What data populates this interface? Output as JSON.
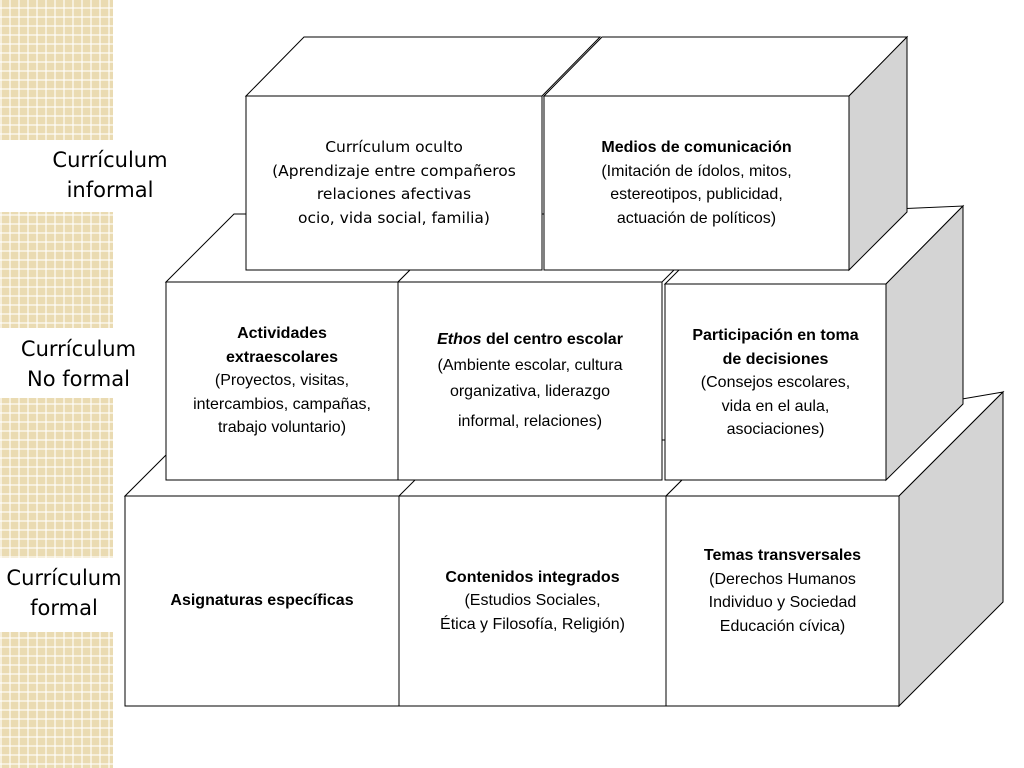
{
  "levels": {
    "informal": [
      "Currículum",
      "informal"
    ],
    "no_formal": [
      "Currículum",
      "No formal"
    ],
    "formal": [
      "Currículum",
      "formal"
    ]
  },
  "boxes": {
    "oculto": {
      "title": "Currículum oculto",
      "lines": [
        "(Aprendizaje entre compañeros",
        "relaciones afectivas",
        "ocio, vida social, familia)"
      ]
    },
    "medios": {
      "title": "Medios de comunicación",
      "lines": [
        "(Imitación de ídolos, mitos,",
        "estereotipos, publicidad,",
        "actuación de políticos)"
      ]
    },
    "actividades": {
      "title_lines": [
        "Actividades",
        "extraescolares"
      ],
      "lines": [
        "(Proyectos, visitas,",
        "intercambios, campañas,",
        "trabajo voluntario)"
      ]
    },
    "ethos": {
      "title_em": "Ethos",
      "title_rest": " del centro escolar",
      "lines": [
        "(Ambiente escolar, cultura",
        "organizativa, liderazgo",
        "informal, relaciones)"
      ]
    },
    "participacion": {
      "title_lines": [
        "Participación en toma",
        "de decisiones"
      ],
      "lines": [
        "(Consejos escolares,",
        "vida en el aula,",
        "asociaciones)"
      ]
    },
    "asignaturas": {
      "title": "Asignaturas específicas"
    },
    "contenidos": {
      "title": "Contenidos integrados",
      "lines": [
        "(Estudios Sociales,",
        "Ética y Filosofía, Religión)"
      ]
    },
    "temas": {
      "title": "Temas transversales",
      "lines": [
        "(Derechos Humanos",
        "Individuo y Sociedad",
        "Educación cívica)"
      ]
    }
  },
  "colors": {
    "strip": "#eadbb2",
    "side_face": "#d4d4d4",
    "front_face": "#ffffff",
    "stroke": "#000000"
  }
}
